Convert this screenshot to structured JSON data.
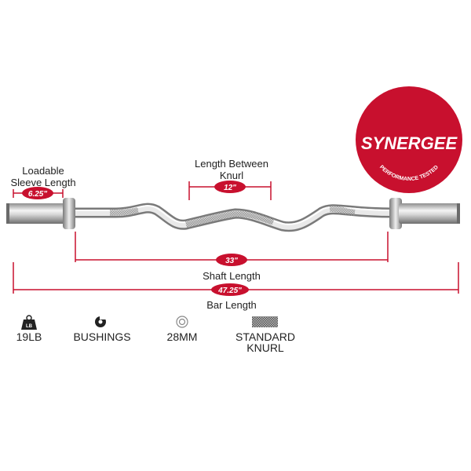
{
  "brand": {
    "name": "SYNERGEE",
    "tagline": "PERFORMANCE TESTED",
    "color": "#c8102e"
  },
  "dimensions": {
    "sleeve": {
      "label_line1": "Loadable",
      "label_line2": "Sleeve Length",
      "value": "6.25\""
    },
    "knurl": {
      "label_line1": "Length Between",
      "label_line2": "Knurl",
      "value": "12\""
    },
    "shaft": {
      "label": "Shaft Length",
      "value": "33\""
    },
    "bar": {
      "label": "Bar Length",
      "value": "47.25\""
    }
  },
  "specs": [
    {
      "icon": "weight-icon",
      "icon_text": "LB",
      "line1": "19LB",
      "line2": ""
    },
    {
      "icon": "bushing-icon",
      "icon_text": "",
      "line1": "BUSHINGS",
      "line2": ""
    },
    {
      "icon": "diameter-icon",
      "icon_text": "",
      "line1": "28MM",
      "line2": ""
    },
    {
      "icon": "knurl-pattern-icon",
      "icon_text": "",
      "line1": "STANDARD",
      "line2": "KNURL"
    }
  ],
  "colors": {
    "accent": "#c8102e",
    "text": "#222222"
  }
}
